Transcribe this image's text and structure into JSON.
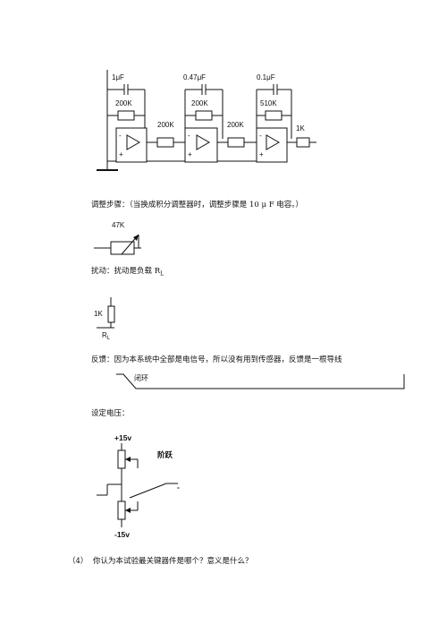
{
  "circuit1": {
    "cap1": "1μF",
    "cap2": "0.47μF",
    "cap3": "0.1μF",
    "r_fb1": "200K",
    "r_fb2": "200K",
    "r_fb3": "510K",
    "r_in2": "200K",
    "r_in3": "200K",
    "r_out": "1K",
    "op_minus": "-",
    "op_plus": "+"
  },
  "text": {
    "adjust_steps": "调整步骤：（当换成积分调整器时，调整步骤是 10 μ F 电容。）",
    "disturbance": "扰动：扰动是负载 R",
    "disturbance_sub": "L",
    "feedback": "反馈：因为本系统中全部是电信号，所以没有用到传感器，反馈是一根导线",
    "set_voltage": "设定电压：",
    "question_num": "（4）",
    "question": "你认为本试验最关键器件是哪个？意义是什么？"
  },
  "potentiometer": {
    "value": "47K"
  },
  "load": {
    "value": "1K",
    "label": "R",
    "label_sub": "L"
  },
  "feedback_loop": {
    "label": "闭环"
  },
  "voltage_setter": {
    "plus": "+15v",
    "minus": "-15v",
    "switch_label": "阶跃",
    "minus_mark": "-"
  }
}
